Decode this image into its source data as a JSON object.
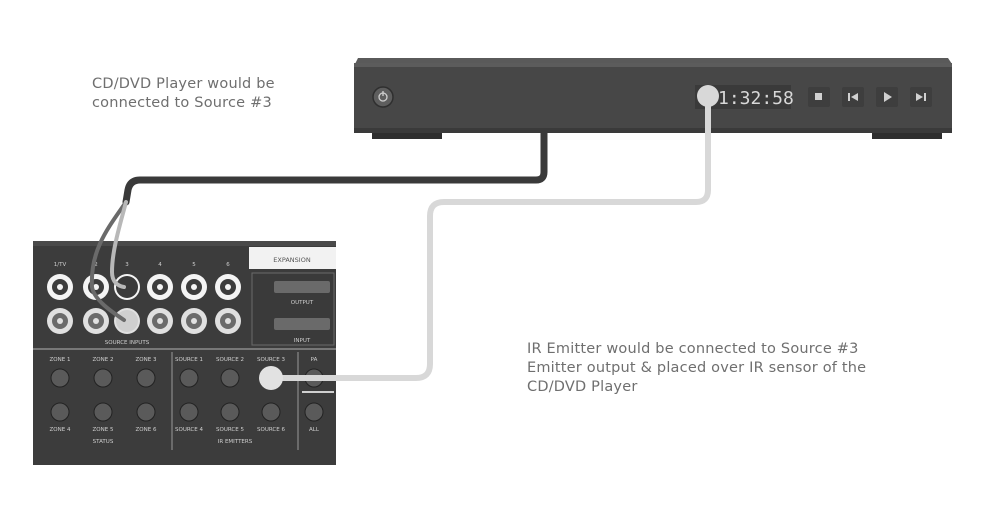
{
  "captions": {
    "cd_player": [
      "CD/DVD Player would be",
      "connected to Source #3"
    ],
    "ir_emitter": [
      "IR Emitter would be connected to Source #3",
      "Emitter output & placed over IR sensor of the",
      "CD/DVD Player"
    ]
  },
  "player": {
    "display": "1:32:58",
    "buttons": [
      "stop",
      "previous",
      "play",
      "next"
    ]
  },
  "panel": {
    "expansion_label": "EXPANSION",
    "source_inputs_label": "SOURCE INPUTS",
    "output_label": "OUTPUT",
    "input_label": "INPUT",
    "jack_numbers": [
      "1/TV",
      "2",
      "3",
      "4",
      "5",
      "6"
    ],
    "status_label": "STATUS",
    "ir_emitters_label": "IR EMITTERS",
    "zones_top": [
      "ZONE 1",
      "ZONE 2",
      "ZONE 3"
    ],
    "zones_bottom": [
      "ZONE 4",
      "ZONE 5",
      "ZONE 6"
    ],
    "sources_top": [
      "SOURCE 1",
      "SOURCE 2",
      "SOURCE 3"
    ],
    "sources_bottom": [
      "SOURCE 4",
      "SOURCE 5",
      "SOURCE 6"
    ],
    "pa_label": "PA",
    "all_label": "ALL"
  },
  "colors": {
    "caption_text": "#6f6f6f",
    "player_body": "#4a4a4a",
    "cable_dark": "#3a3a3a",
    "cable_light": "#d8d8d8",
    "panel_body": "#3c3c3c"
  }
}
